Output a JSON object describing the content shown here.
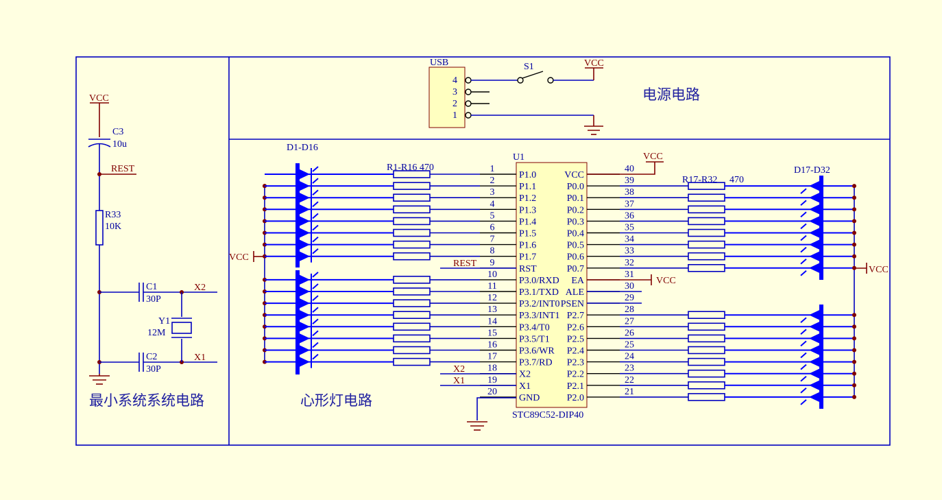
{
  "titles": {
    "min_system": "最小系统系统电路",
    "heart_led": "心形灯电路",
    "power": "电源电路"
  },
  "power": {
    "usb": "USB",
    "usb_pins": [
      "4",
      "3",
      "2",
      "1"
    ],
    "switch": "S1",
    "vcc": "VCC"
  },
  "min_sys": {
    "vcc": "VCC",
    "c3": "C3",
    "c3_val": "10u",
    "rest": "REST",
    "r33": "R33",
    "r33_val": "10K",
    "c1": "C1",
    "c1_val": "30P",
    "c2": "C2",
    "c2_val": "30P",
    "y1": "Y1",
    "y1_val": "12M",
    "x2": "X2",
    "x1": "X1"
  },
  "heart": {
    "d_left": "D1-D16",
    "r_left": "R1-R16 470",
    "d_right": "D17-D32",
    "r_right": "R17-R32",
    "r_right_val": "470",
    "vcc_left": "VCC",
    "vcc_right": "VCC",
    "vcc_ea": "VCC",
    "vcc_top": "VCC",
    "rest_in": "REST",
    "x2_in": "X2",
    "x1_in": "X1"
  },
  "mcu": {
    "ref": "U1",
    "part": "STC89C52-DIP40",
    "left_pins": [
      {
        "num": "1",
        "name": "P1.0"
      },
      {
        "num": "2",
        "name": "P1.1"
      },
      {
        "num": "3",
        "name": "P1.2"
      },
      {
        "num": "4",
        "name": "P1.3"
      },
      {
        "num": "5",
        "name": "P1.4"
      },
      {
        "num": "6",
        "name": "P1.5"
      },
      {
        "num": "7",
        "name": "P1.6"
      },
      {
        "num": "8",
        "name": "P1.7"
      },
      {
        "num": "9",
        "name": "RST"
      },
      {
        "num": "10",
        "name": "P3.0/RXD"
      },
      {
        "num": "11",
        "name": "P3.1/TXD"
      },
      {
        "num": "12",
        "name": "P3.2/INT0"
      },
      {
        "num": "13",
        "name": "P3.3/INT1"
      },
      {
        "num": "14",
        "name": "P3.4/T0"
      },
      {
        "num": "15",
        "name": "P3.5/T1"
      },
      {
        "num": "16",
        "name": "P3.6/WR"
      },
      {
        "num": "17",
        "name": "P3.7/RD"
      },
      {
        "num": "18",
        "name": "X2"
      },
      {
        "num": "19",
        "name": "X1"
      },
      {
        "num": "20",
        "name": "GND"
      }
    ],
    "right_pins": [
      {
        "num": "40",
        "name": "VCC"
      },
      {
        "num": "39",
        "name": "P0.0"
      },
      {
        "num": "38",
        "name": "P0.1"
      },
      {
        "num": "37",
        "name": "P0.2"
      },
      {
        "num": "36",
        "name": "P0.3"
      },
      {
        "num": "35",
        "name": "P0.4"
      },
      {
        "num": "34",
        "name": "P0.5"
      },
      {
        "num": "33",
        "name": "P0.6"
      },
      {
        "num": "32",
        "name": "P0.7"
      },
      {
        "num": "31",
        "name": "EA"
      },
      {
        "num": "30",
        "name": "ALE"
      },
      {
        "num": "29",
        "name": "PSEN"
      },
      {
        "num": "28",
        "name": "P2.7"
      },
      {
        "num": "27",
        "name": "P2.6"
      },
      {
        "num": "26",
        "name": "P2.5"
      },
      {
        "num": "25",
        "name": "P2.4"
      },
      {
        "num": "24",
        "name": "P2.3"
      },
      {
        "num": "23",
        "name": "P2.2"
      },
      {
        "num": "22",
        "name": "P2.1"
      },
      {
        "num": "21",
        "name": "P2.0"
      }
    ]
  },
  "colors": {
    "background": "#ffffe1",
    "wire": "#0000c0",
    "power_net": "#800000",
    "chip_fill": "#ffffc0"
  }
}
